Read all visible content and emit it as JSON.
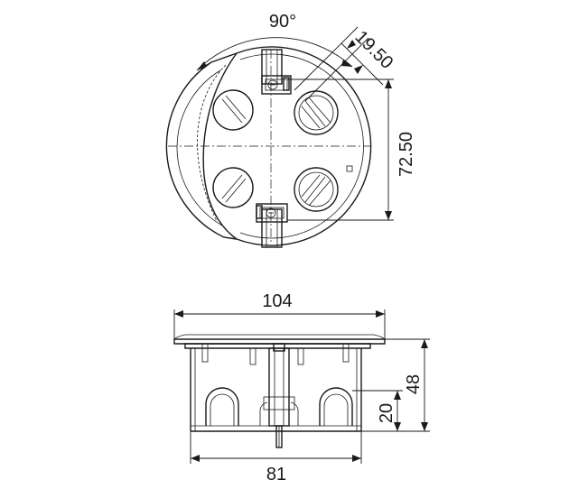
{
  "top_view": {
    "angle_label": "90°",
    "slot_width_label": "19.50",
    "height_label": "72.50"
  },
  "side_view": {
    "top_width_label": "104",
    "bottom_width_label": "81",
    "total_height_label": "48",
    "lower_height_label": "20"
  },
  "colors": {
    "line": "#1a1a1a",
    "background": "#ffffff"
  }
}
